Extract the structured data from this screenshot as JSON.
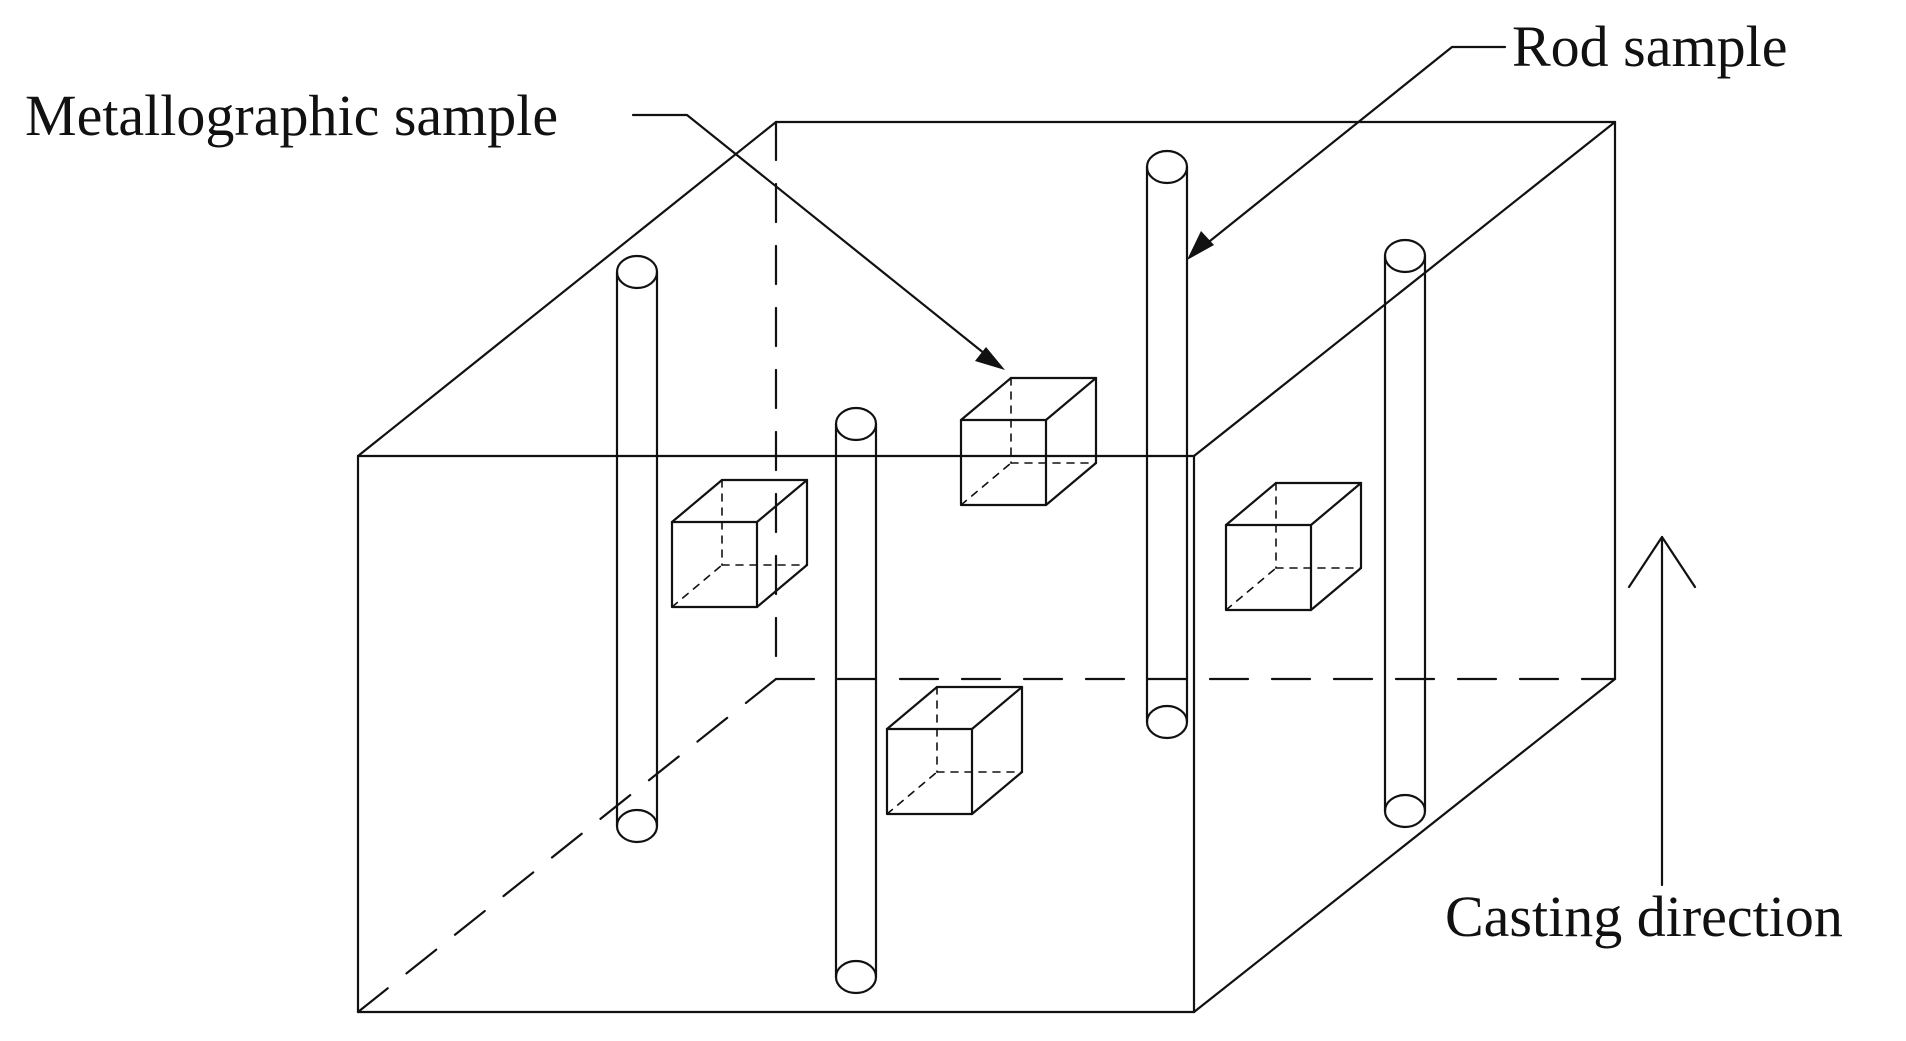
{
  "labels": {
    "rod_sample": "Rod sample",
    "metallographic_sample": "Metallographic sample",
    "casting_direction": "Casting direction"
  },
  "colors": {
    "line": "#111111",
    "background": "#ffffff"
  }
}
